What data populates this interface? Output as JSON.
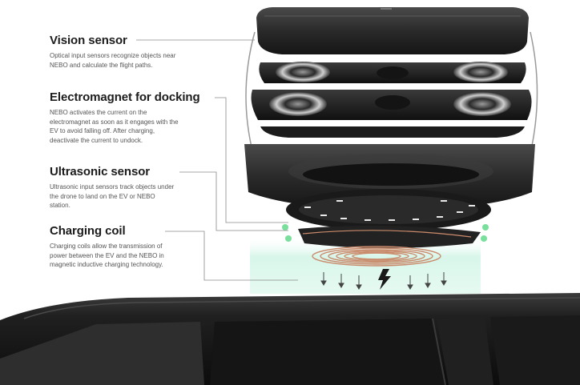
{
  "annotations": [
    {
      "title": "Vision sensor",
      "description": "Optical input sensors recognize objects near NEBO and calculate the flight paths."
    },
    {
      "title": "Electromagnet for docking",
      "description": "NEBO activates the current on the electromagnet as soon as it engages with the EV to avoid falling off. After charging, deactivate the current to undock."
    },
    {
      "title": "Ultrasonic sensor",
      "description": "Ultrasonic input sensors track objects under the drone to land on the EV or NEBO station."
    },
    {
      "title": "Charging coil",
      "description": "Charging coils allow the transmission of power between the EV and the NEBO in magnetic inductive charging technology."
    }
  ],
  "colors": {
    "drone_body": "#2b2b2b",
    "coil_copper": "#c98a6b",
    "charge_field": "#d8f6ea",
    "car_body": "#1c1c1c",
    "leader_line": "#8a8a8a"
  },
  "icons": {
    "charge": "lightning-bolt-icon",
    "field": "down-arrow-icon"
  }
}
